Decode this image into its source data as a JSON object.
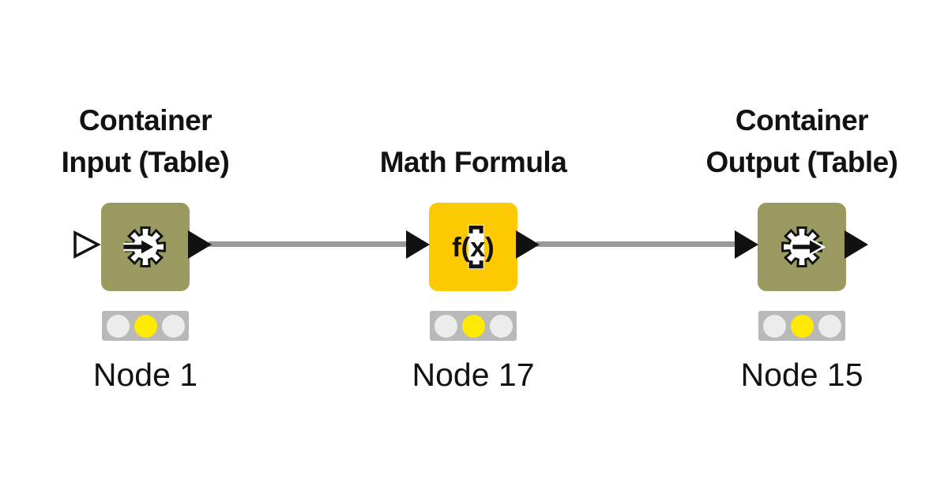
{
  "page": {
    "background": "#ffffff"
  },
  "workflow": {
    "connector_color": "#999999",
    "nodes": [
      {
        "title_lines": [
          "Container",
          "Input (Table)"
        ],
        "label": "Node 1",
        "body_color": "#9a9960",
        "icon": "gear-arrow-in-icon",
        "status": "configured",
        "light_bar_color": "#b9b9b9",
        "lights": [
          "#ececec",
          "#ffe900",
          "#ececec"
        ]
      },
      {
        "title_lines": [
          "Math Formula"
        ],
        "label": "Node 17",
        "body_color": "#fdc900",
        "icon": "fx-icon",
        "icon_text": "f(x)",
        "status": "configured",
        "light_bar_color": "#b9b9b9",
        "lights": [
          "#ececec",
          "#ffe900",
          "#ececec"
        ]
      },
      {
        "title_lines": [
          "Container",
          "Output (Table)"
        ],
        "label": "Node 15",
        "body_color": "#9a9960",
        "icon": "gear-arrow-out-icon",
        "status": "configured",
        "light_bar_color": "#b9b9b9",
        "lights": [
          "#ececec",
          "#ffe900",
          "#ececec"
        ]
      }
    ]
  }
}
